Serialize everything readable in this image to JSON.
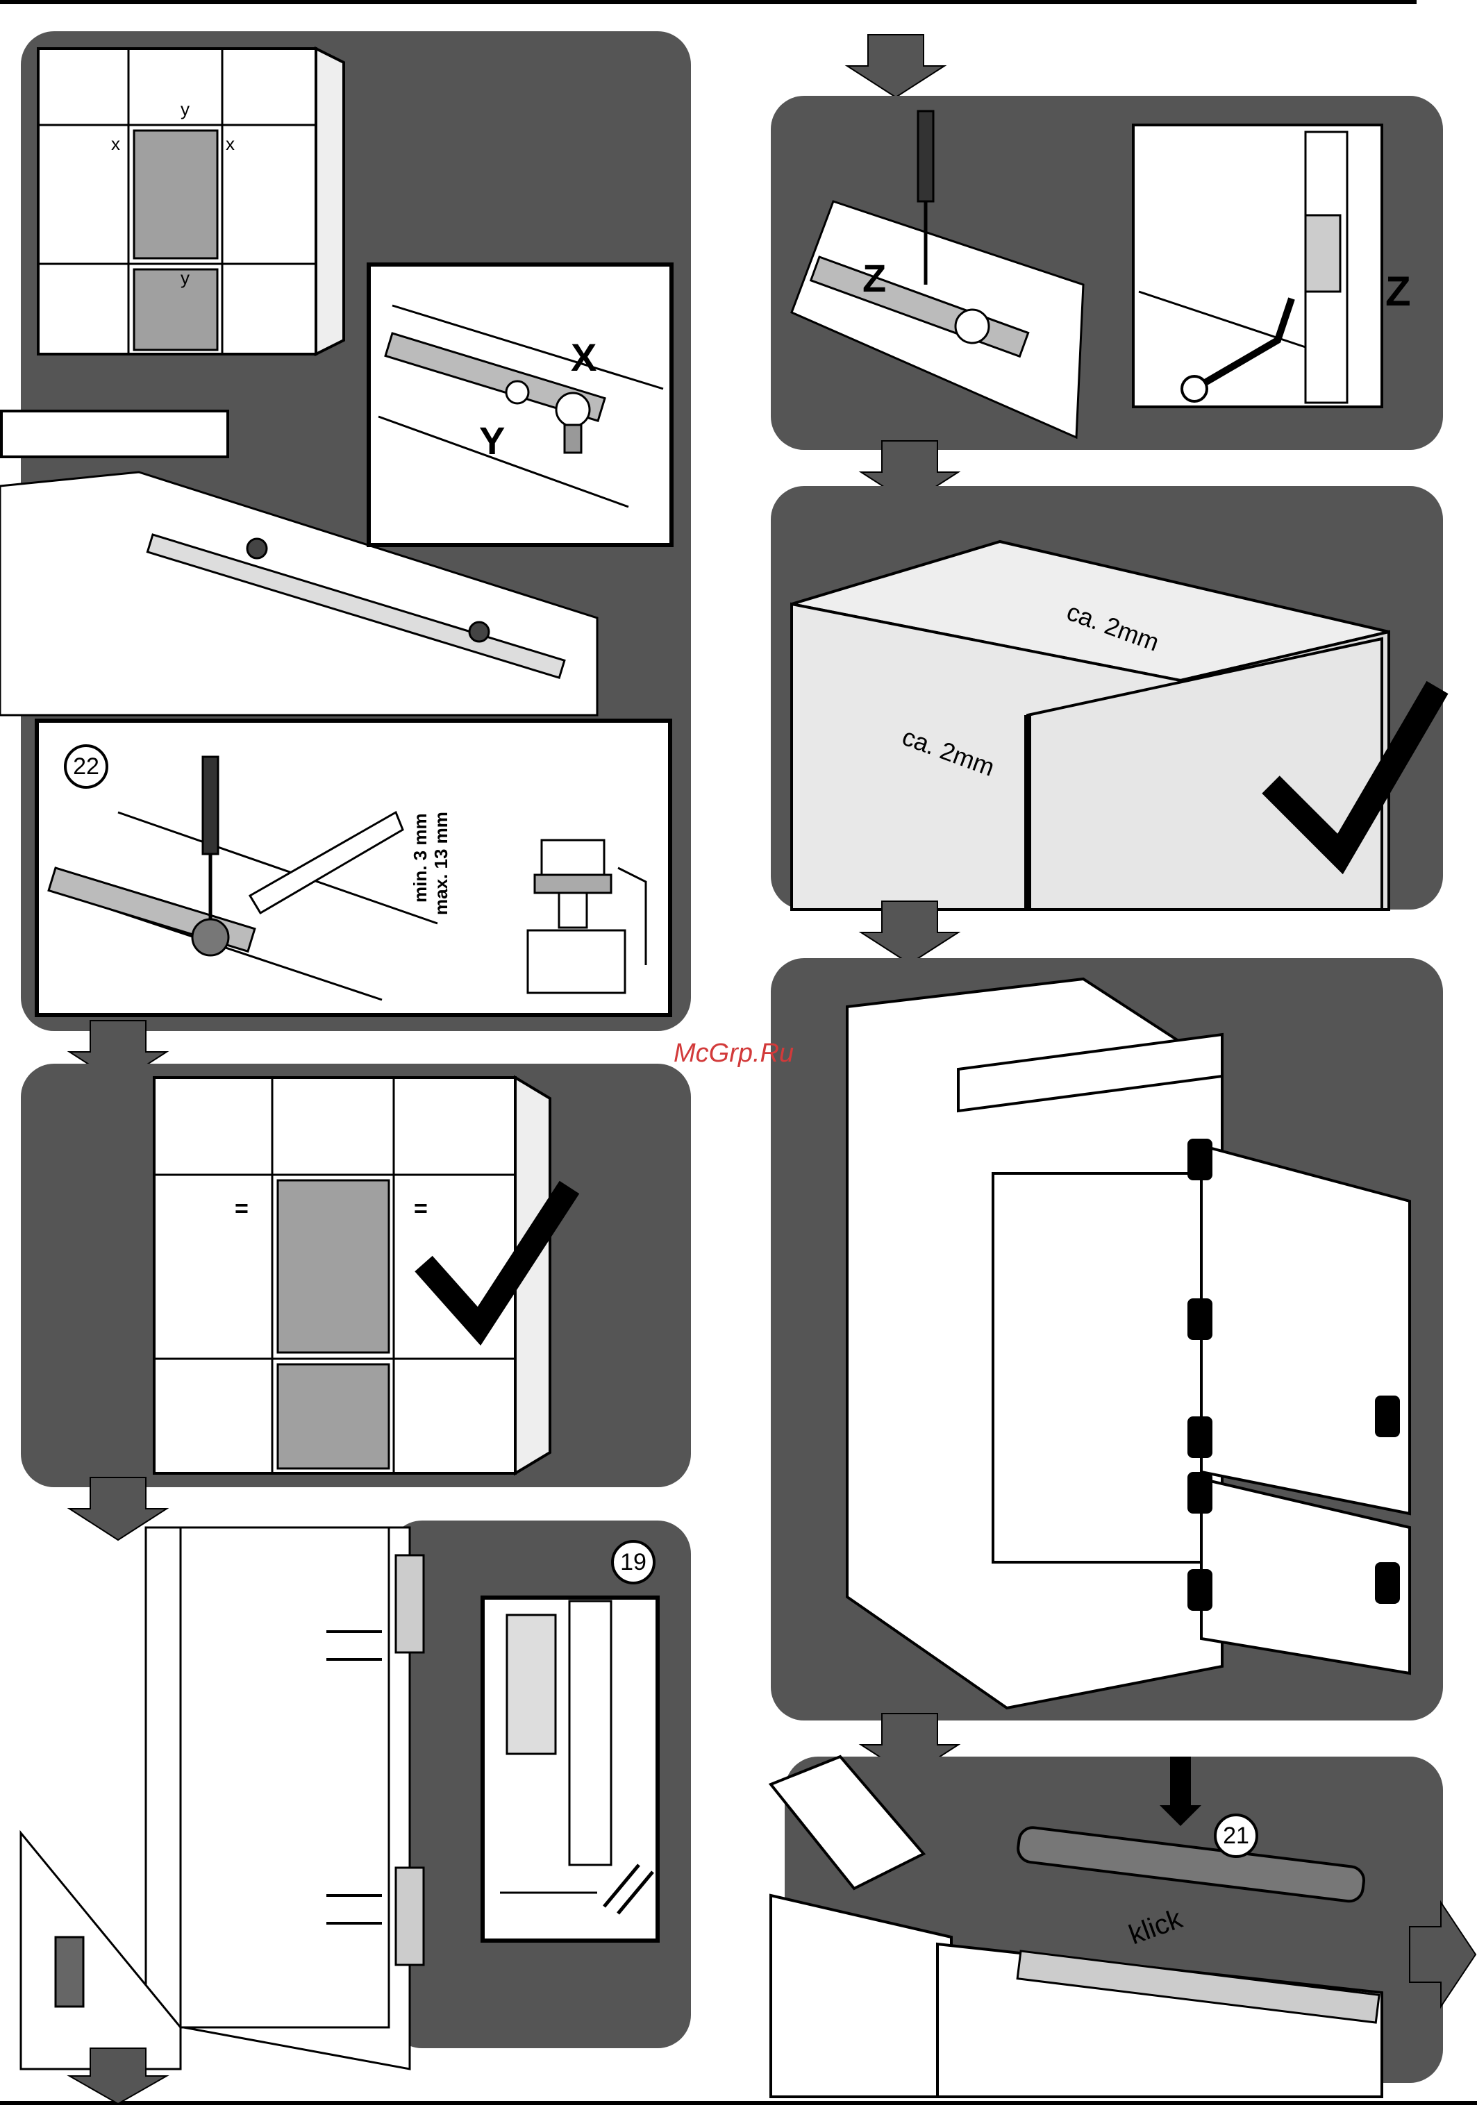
{
  "watermark": "McGrp.Ru",
  "steps": {
    "s22": "22",
    "s19": "19",
    "s21": "21"
  },
  "labels": {
    "x": "x",
    "y": "y",
    "X_big": "X",
    "Y_big": "Y",
    "Z": "Z",
    "equal": "=",
    "gap_top": "ca. 2mm",
    "gap_side": "ca. 2mm",
    "min": "min. 3 mm",
    "max": "max. 13 mm",
    "klick": "klick"
  },
  "colors": {
    "panel": "#555555",
    "door": "#a0a0a0",
    "accent": "#d23a3a"
  }
}
